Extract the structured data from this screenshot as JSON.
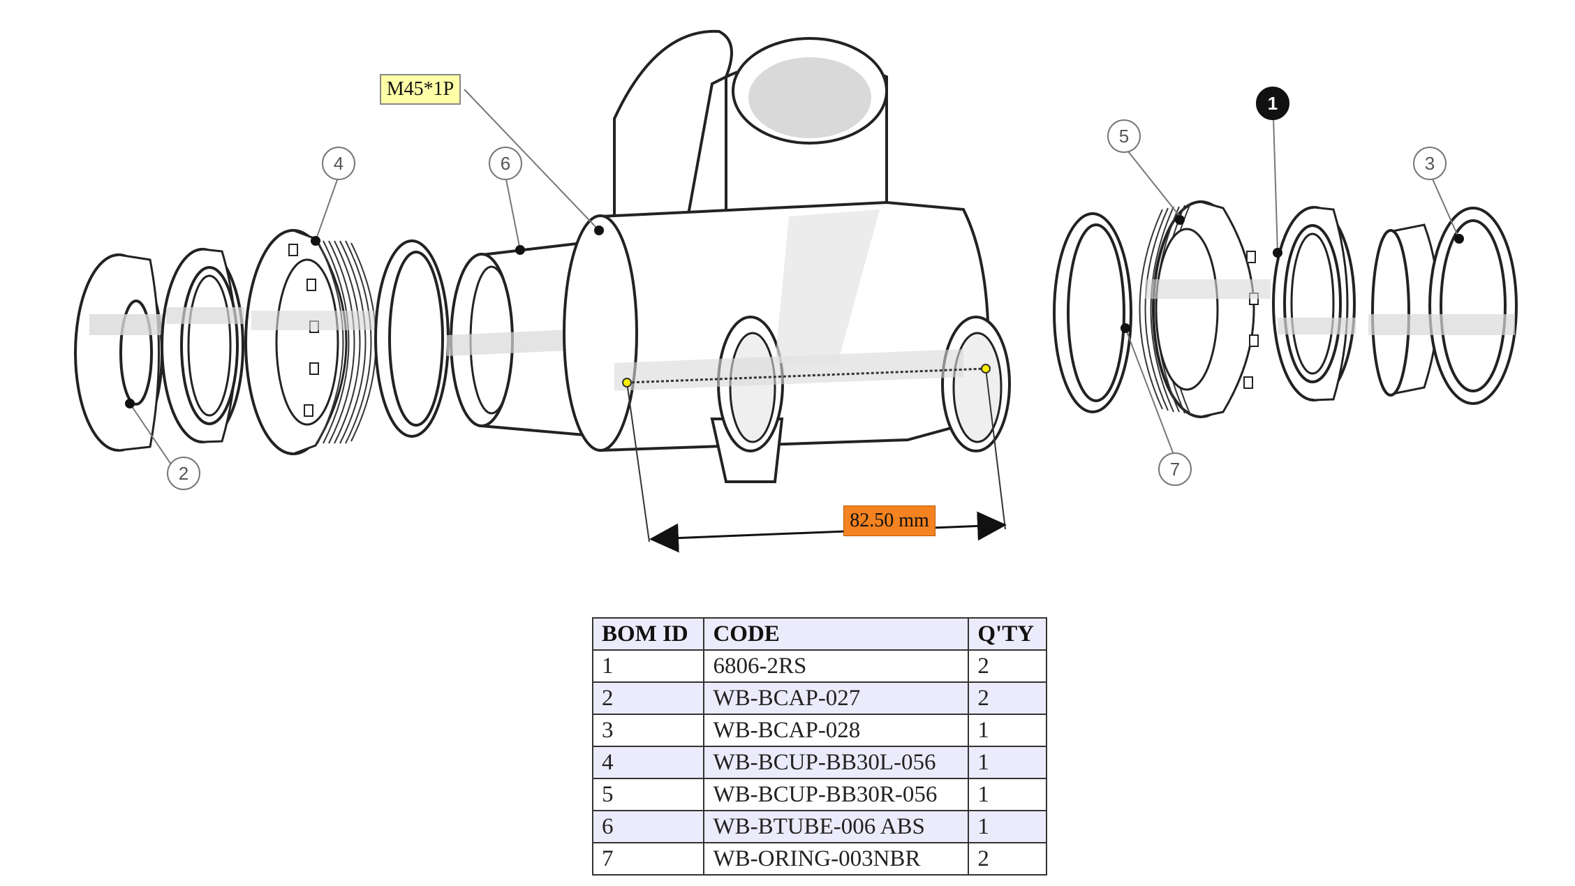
{
  "thread_label": "M45*1P",
  "dimension_label": "82.50 mm",
  "callouts": {
    "n1": "1",
    "n2": "2",
    "n3": "3",
    "n4": "4",
    "n5": "5",
    "n6": "6",
    "n7": "7"
  },
  "bom": {
    "headers": [
      "BOM ID",
      "CODE",
      "Q'TY"
    ],
    "rows": [
      {
        "id": "1",
        "code": "6806-2RS",
        "qty": "2"
      },
      {
        "id": "2",
        "code": "WB-BCAP-027",
        "qty": "2"
      },
      {
        "id": "3",
        "code": "WB-BCAP-028",
        "qty": "1"
      },
      {
        "id": "4",
        "code": "WB-BCUP-BB30L-056",
        "qty": "1"
      },
      {
        "id": "5",
        "code": "WB-BCUP-BB30R-056",
        "qty": "1"
      },
      {
        "id": "6",
        "code": "WB-BTUBE-006 ABS",
        "qty": "1"
      },
      {
        "id": "7",
        "code": "WB-ORING-003NBR",
        "qty": "2"
      }
    ]
  },
  "colors": {
    "thread_tag": "#ffffa8",
    "dimension_tag": "#f58220",
    "table_stripe": "#ebebfb",
    "marker": "#ffee00"
  }
}
